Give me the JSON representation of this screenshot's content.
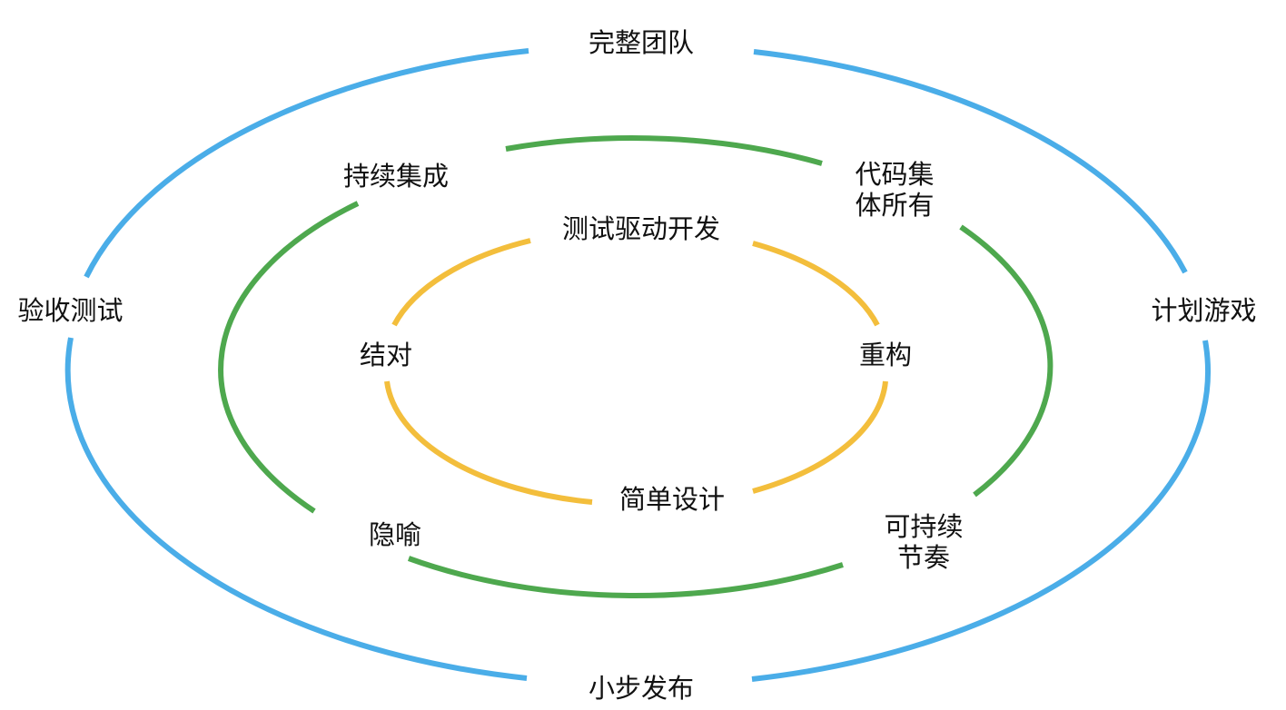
{
  "colors": {
    "outer_ring": "#4AADE8",
    "middle_ring": "#4EA84E",
    "inner_ring": "#F3BE3C",
    "text": "#111111"
  },
  "rings": {
    "outer": {
      "labels": {
        "top": "完整团队",
        "bottom": "小步发布",
        "left": "验收测试",
        "right": "计划游戏"
      }
    },
    "middle": {
      "labels": {
        "top_left": "持续集成",
        "top_right_line1": "代码集",
        "top_right_line2": "体所有",
        "bottom_left": "隐喻",
        "bottom_right_line1": "可持续",
        "bottom_right_line2": "节奏"
      }
    },
    "inner": {
      "labels": {
        "top": "测试驱动开发",
        "bottom": "简单设计",
        "left": "结对",
        "right": "重构"
      }
    }
  }
}
